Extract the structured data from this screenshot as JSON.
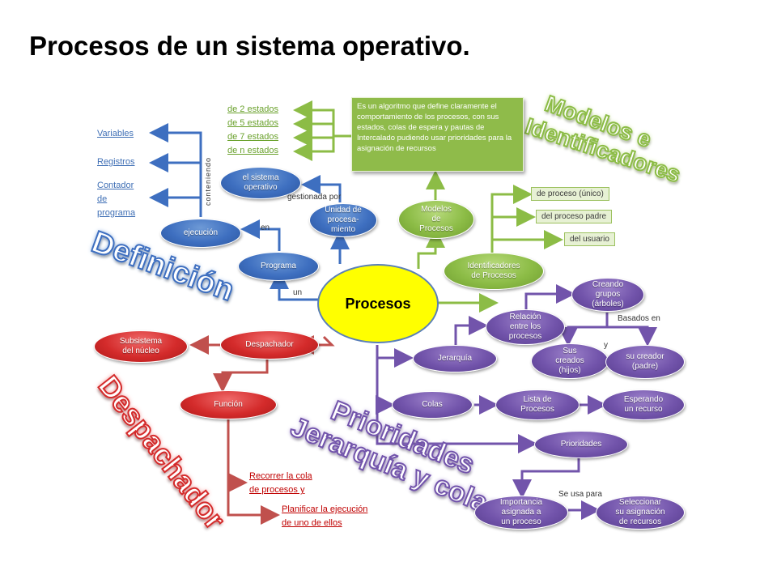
{
  "title": "Procesos de un sistema operativo.",
  "colors": {
    "blue": "#3e6fc0",
    "green": "#8cbc46",
    "red": "#d42b2b",
    "purple": "#7254ab",
    "center": "#ffff00"
  },
  "center": "Procesos",
  "blue": {
    "links": [
      "Variables",
      "Registros",
      "Contador\nde\nprograma"
    ],
    "conteniendo": "conteniendo",
    "so": "el sistema\noperativo",
    "ejecucion": "ejecución",
    "programa": "Programa",
    "unidad": "Unidad de\nprocesa-\nmiento",
    "gestionada": "gestionada por",
    "en": "en",
    "un": "un",
    "big": "Definición"
  },
  "green": {
    "estados": [
      "de 2 estados",
      "de 5 estados",
      "de 7 estados",
      "de n estados"
    ],
    "algo": "Es un algoritmo que define claramente el comportamiento de los procesos, con sus estados, colas de espera y pautas de Intercalado pudiendo usar prioridades para la asignación de recursos",
    "modelos": "Modelos\nde\nProcesos",
    "identificadores": "Identificadores\nde Procesos",
    "ids": [
      "de proceso (único)",
      "del proceso padre",
      "del usuario"
    ],
    "big1": "Modelos e",
    "big2": "Identificadores"
  },
  "red": {
    "despachador": "Despachador",
    "subsistema": "Subsistema\ndel núcleo",
    "funcion": "Función",
    "recorrer1": "Recorrer  la cola",
    "recorrer2": " de procesos y",
    "planificar1": "Planificar la ejecución",
    "planificar2": "de uno de ellos",
    "big": "Despachador"
  },
  "purple": {
    "creando": "Creando\ngrupos\n(árboles)",
    "relacion": "Relación\nentre los\nprocesos",
    "basados": "Basados en",
    "sus": "Sus\ncreados\n(hijos)",
    "y": "y",
    "creador": "su creador\n(padre)",
    "jerarquia": "Jerarquía",
    "colas": "Colas",
    "lista": "Lista de\nProcesos",
    "esperando": "Esperando\nun recurso",
    "prioridades": "Prioridades",
    "importancia": "Importancia\nasignada a\nun proceso",
    "seusa": "Se usa para",
    "seleccionar": "Seleccionar\nsu asignación\nde recursos",
    "big1": "Prioridades",
    "big2": "Jerarquía y colas"
  }
}
